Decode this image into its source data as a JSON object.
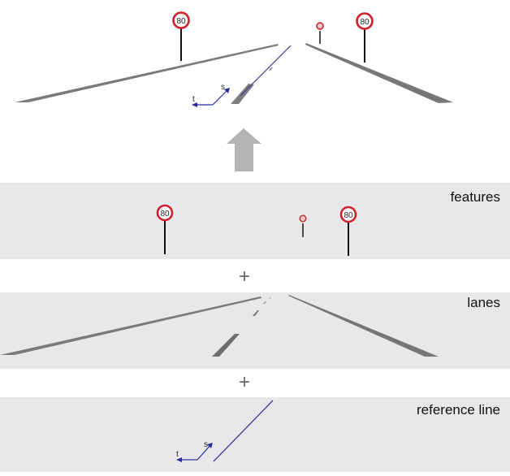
{
  "diagram": {
    "composite": {
      "signs": [
        {
          "value": "80",
          "size": "large"
        },
        {
          "value": "80",
          "size": "large"
        },
        {
          "value": "",
          "size": "small"
        }
      ],
      "axes": {
        "s_label": "s",
        "t_label": "t"
      }
    },
    "arrow": {
      "direction": "up"
    },
    "layers": [
      {
        "id": "features",
        "label": "features"
      },
      {
        "id": "lanes",
        "label": "lanes"
      },
      {
        "id": "reference-line",
        "label": "reference line"
      }
    ],
    "operators": [
      "+",
      "+"
    ],
    "features_signs": [
      {
        "value": "80"
      },
      {
        "value": "80"
      },
      {
        "value": ""
      }
    ],
    "reference_axes": {
      "s_label": "s",
      "t_label": "t"
    },
    "colors": {
      "panel_bg": "#e8e8ea",
      "lane_marking": "#7a7a7a",
      "sign_ring": "#d0202a",
      "reference_line": "#3a3a9a",
      "axis_arrow": "#2a2aa0",
      "up_arrow": "#b4b4b4"
    }
  }
}
